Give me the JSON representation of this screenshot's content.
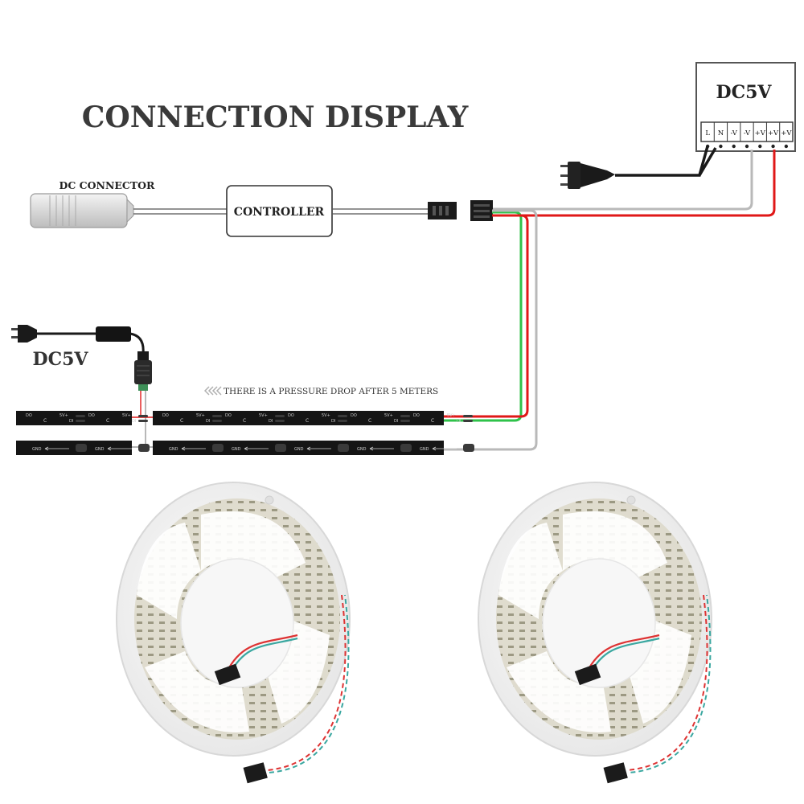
{
  "title": "CONNECTION DISPLAY",
  "labels": {
    "dc_connector": "DC CONNECTOR",
    "controller": "CONTROLLER",
    "psu_voltage": "DC5V",
    "left_supply_voltage": "DC5V",
    "pressure_note": "THERE IS A PRESSURE DROP AFTER 5 METERS"
  },
  "psu_terminals": [
    "L",
    "N",
    "-V",
    "-V",
    "+V",
    "+V",
    "+V"
  ],
  "strip_marks": {
    "top": [
      "5V+",
      "DO",
      "DI",
      "C"
    ],
    "bottom": [
      "GND"
    ]
  },
  "colors": {
    "red_wire": "#e01818",
    "green_wire": "#2fc24a",
    "gray_wire": "#b9b9b9",
    "black_wire": "#1a1a1a",
    "strip": "#151515",
    "title": "#3a3a3a"
  }
}
